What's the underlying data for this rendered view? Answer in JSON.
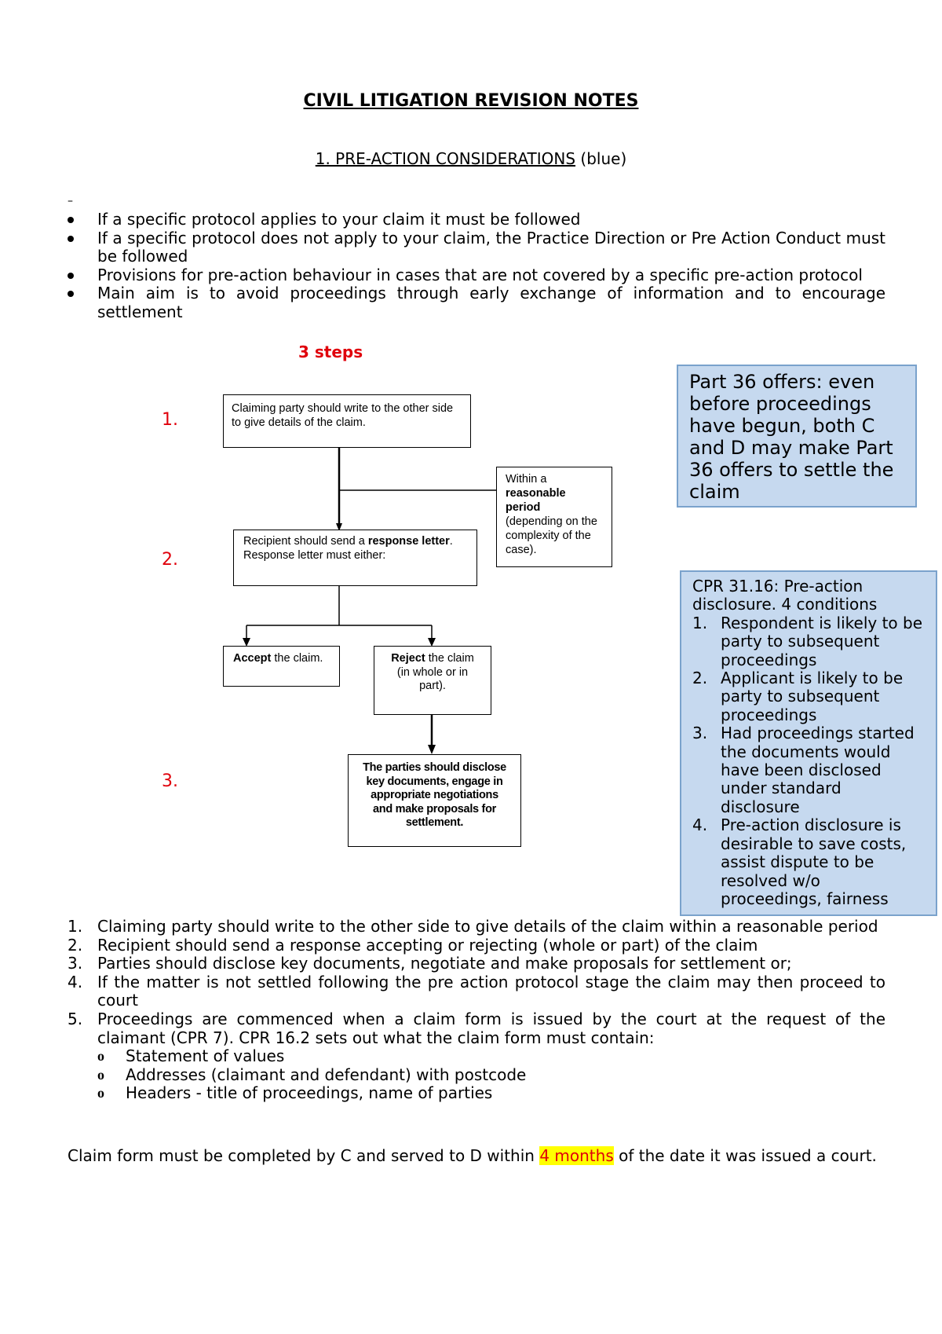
{
  "title": "CIVIL LITIGATION REVISION NOTES",
  "section": {
    "heading": "1. PRE-ACTION CONSIDERATIONS",
    "note": "(blue)"
  },
  "dash": "–",
  "bullets": [
    "If a specific protocol applies to your claim it must be followed",
    "If a specific protocol does not apply to your claim, the Practice Direction or Pre Action Conduct must be followed",
    "Provisions for pre-action behaviour in cases that are not covered by a specific pre-action protocol",
    "Main aim is to avoid proceedings through early exchange of information and to encourage settlement"
  ],
  "steps_label": "3 steps",
  "step_numbers": [
    "1.",
    "2.",
    "3."
  ],
  "flow": {
    "box1": "Claiming party should write to the other side to give details of the claim.",
    "within_pre": "Within a",
    "within_bold": "reasonable period",
    "within_post": "(depending on the complexity of the case).",
    "box2_pre": "Recipient should send a",
    "box2_bold": "response letter",
    "box2_dot": ".",
    "box2_line2": "Response letter must either:",
    "accept_bold": "Accept",
    "accept_rest": "the claim.",
    "reject_bold": "Reject",
    "reject_rest": "the claim (in whole or in part).",
    "box3": "The parties should disclose key documents, engage in appropriate negotiations and make proposals for settlement."
  },
  "part36": "Part 36 offers: even before proceedings have begun, both C and D may make Part 36 offers to settle the claim",
  "cpr": {
    "heading": "CPR 31.16: Pre-action disclosure. 4 conditions",
    "items": [
      "Respondent is likely to be party to subsequent proceedings",
      "Applicant is likely to be party to subsequent proceedings",
      "Had proceedings started the documents would have been disclosed under standard disclosure",
      "Pre-action disclosure is desirable to save costs, assist dispute to be resolved w/o proceedings, fairness"
    ]
  },
  "numbered": [
    "Claiming party should write to the other side to give details of the claim within a reasonable period",
    "Recipient should send a response accepting or rejecting (whole or part) of the claim",
    "Parties should disclose key documents, negotiate and make proposals for settlement or;",
    "If the matter is not settled following the pre action protocol stage the claim may then proceed to court",
    "Proceedings are commenced when a claim form is issued by the court at the request of the claimant (CPR 7). CPR 16.2 sets out what the claim form must contain:"
  ],
  "sub_items": [
    "Statement of values",
    "Addresses (claimant and defendant) with postcode",
    "Headers - title of proceedings, name of parties"
  ],
  "sub_marker": "o",
  "claim": {
    "pre": "Claim form must be completed by C and served to D within",
    "highlight": "4 months",
    "post": "of the date it was issued a court."
  }
}
